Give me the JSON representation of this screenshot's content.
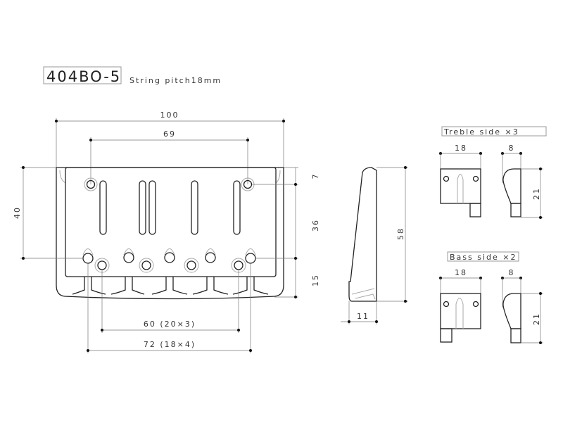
{
  "title": {
    "model": "404BO-5",
    "subtitle": "String pitch18mm"
  },
  "main_view": {
    "overall_width": "100",
    "mount_hole_spacing": "69",
    "depth": "40",
    "dim_top_to_hole": "7",
    "dim_hole_to_hole": "36",
    "dim_hole_to_back": "15",
    "spacing_60": "60 (20×3)",
    "spacing_72": "72 (18×4)"
  },
  "side_view": {
    "height": "58",
    "thickness": "11"
  },
  "treble": {
    "label": "Treble side ×3",
    "width": "18",
    "side_width": "8",
    "height": "21"
  },
  "bass": {
    "label": "Bass side ×2",
    "width": "18",
    "side_width": "8",
    "height": "21"
  }
}
